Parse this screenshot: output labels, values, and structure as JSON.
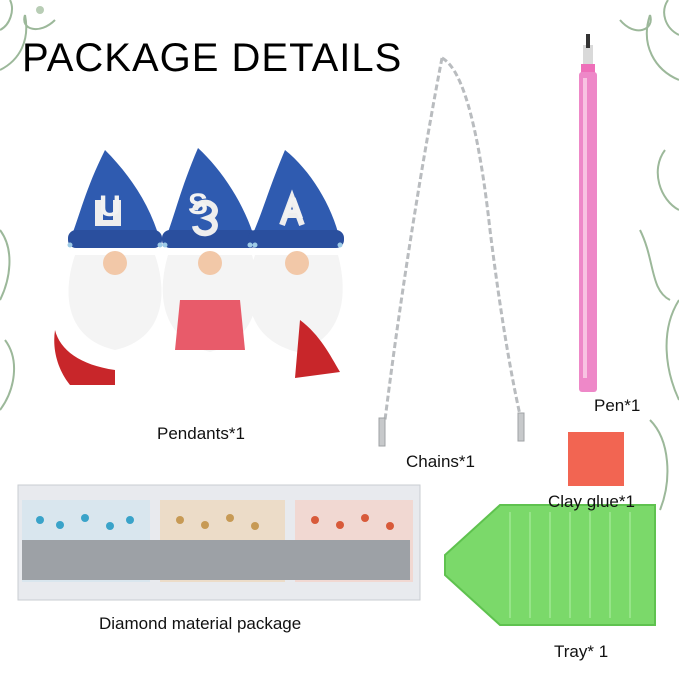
{
  "title": "PACKAGE DETAILS",
  "items": {
    "pendants": "Pendants*1",
    "chains": "Chains*1",
    "pen": "Pen*1",
    "clay_glue": "Clay glue*1",
    "diamond": "Diamond material package",
    "tray": "Tray* 1"
  },
  "pendant_letters": [
    "U",
    "S",
    "A"
  ],
  "colors": {
    "gnome_blue": "#2f5bb0",
    "gnome_red": "#c8262a",
    "pen_pink": "#ee88c8",
    "glue": "#f26552",
    "tray_green": "#7bd96a",
    "chain": "#b9bcbf"
  }
}
